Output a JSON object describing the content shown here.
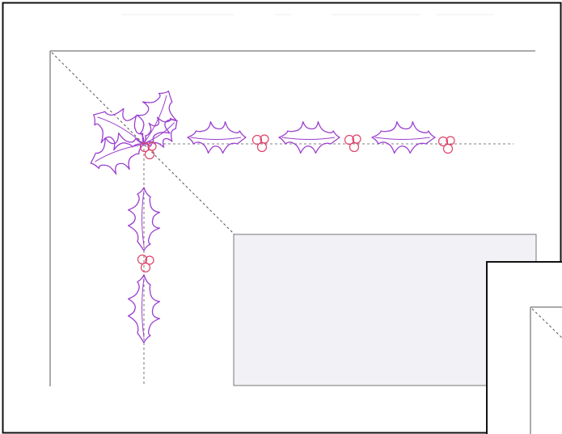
{
  "image": {
    "subject": "holly-corner-quilting-pattern",
    "colors": {
      "frame": "#111111",
      "guide_line": "#555555",
      "inner_panel_fill": "#f2f2f6",
      "inner_panel_stroke": "#777777",
      "holly_leaf": "#9b3fcf",
      "berry": "#e0436a"
    },
    "elements": {
      "corner_cluster_leaves": 4,
      "horizontal_leaves": 3,
      "vertical_leaves": 2,
      "berry_clusters": 5
    }
  }
}
